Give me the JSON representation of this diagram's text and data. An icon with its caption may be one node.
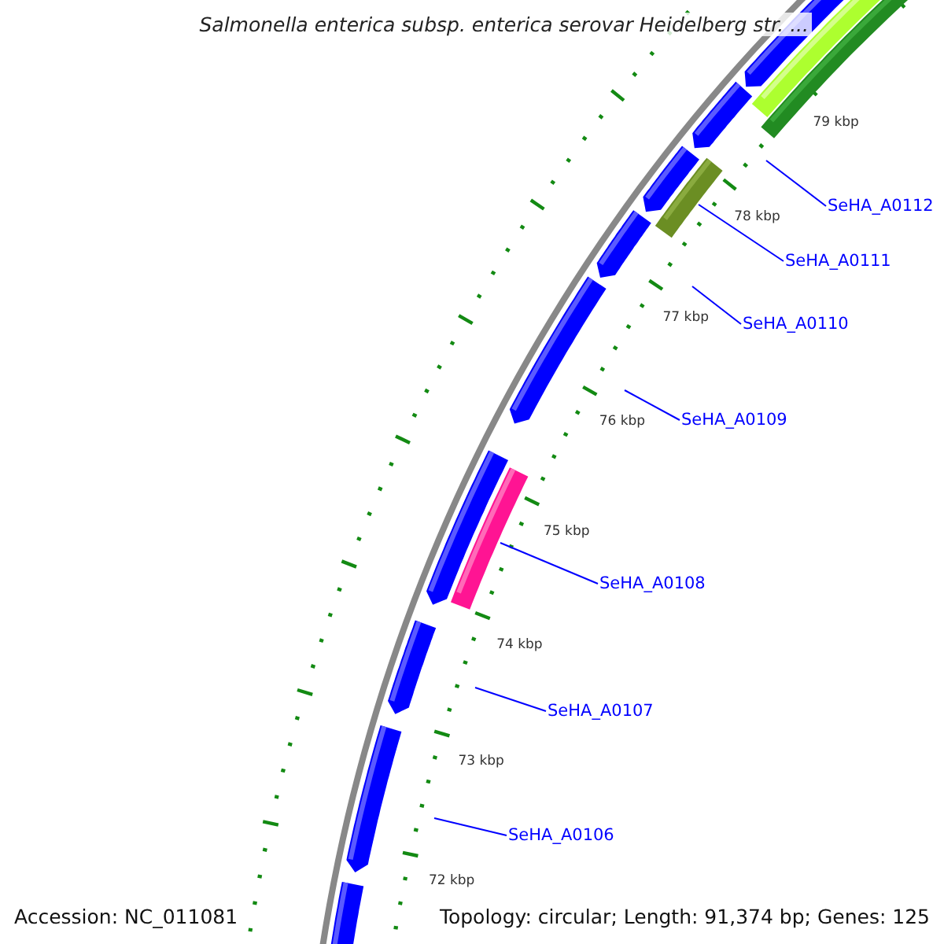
{
  "diagram": {
    "title": "Salmonella enterica subsp. enterica serovar Heidelberg str. ...",
    "nodes": [
      {
        "text": [
          "SeHA_A0112"
        ]
      },
      {
        "text": [
          "SeHA_A0111"
        ]
      },
      {
        "text": [
          "SeHA_A0110"
        ]
      },
      {
        "text": [
          "SeHA_A0109"
        ]
      },
      {
        "text": [
          "SeHA_A0108"
        ]
      },
      {
        "text": [
          "SeHA_A0107"
        ]
      },
      {
        "text": [
          "SeHA_A0106"
        ]
      },
      {
        "text": [],
        "shape": "bar"
      },
      {
        "text": [],
        "shape": "bar"
      }
    ],
    "edges": [
      {
        "from": 0,
        "to": null,
        "arrow": "none"
      },
      {
        "from": 1,
        "to": 8,
        "arrow": "none"
      },
      {
        "from": 2,
        "to": null,
        "arrow": "none"
      },
      {
        "from": 3,
        "to": null,
        "arrow": "none"
      },
      {
        "from": 4,
        "to": 7,
        "arrow": "none"
      },
      {
        "from": 5,
        "to": null,
        "arrow": "none"
      },
      {
        "from": 6,
        "to": null,
        "arrow": "none"
      }
    ],
    "labels": [
      "79 kbp",
      "78 kbp",
      "77 kbp",
      "76 kbp",
      "75 kbp",
      "74 kbp",
      "73 kbp",
      "72 kbp",
      "Accession: NC_011081",
      "Topology: circular; Length: 91,374 bp; Genes: 125"
    ]
  }
}
